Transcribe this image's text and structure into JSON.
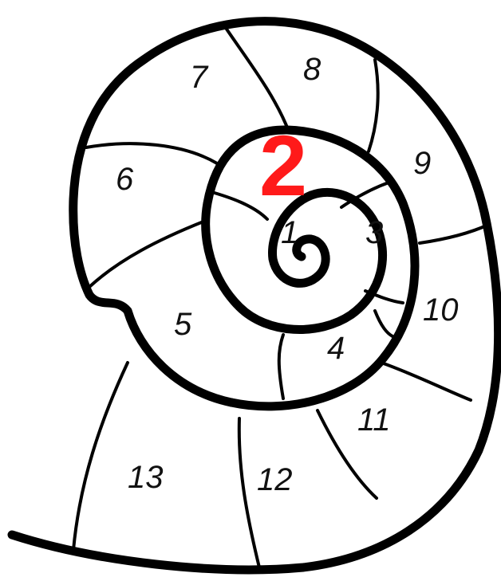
{
  "diagram": {
    "accent_color": "#ff1a1a",
    "line_color": "#000000",
    "highlight": "2",
    "chambers": {
      "c1": "1",
      "c3": "3",
      "c4": "4",
      "c5": "5",
      "c6": "6",
      "c7": "7",
      "c8": "8",
      "c9": "9",
      "c10": "10",
      "c11": "11",
      "c12": "12",
      "c13": "13"
    }
  }
}
